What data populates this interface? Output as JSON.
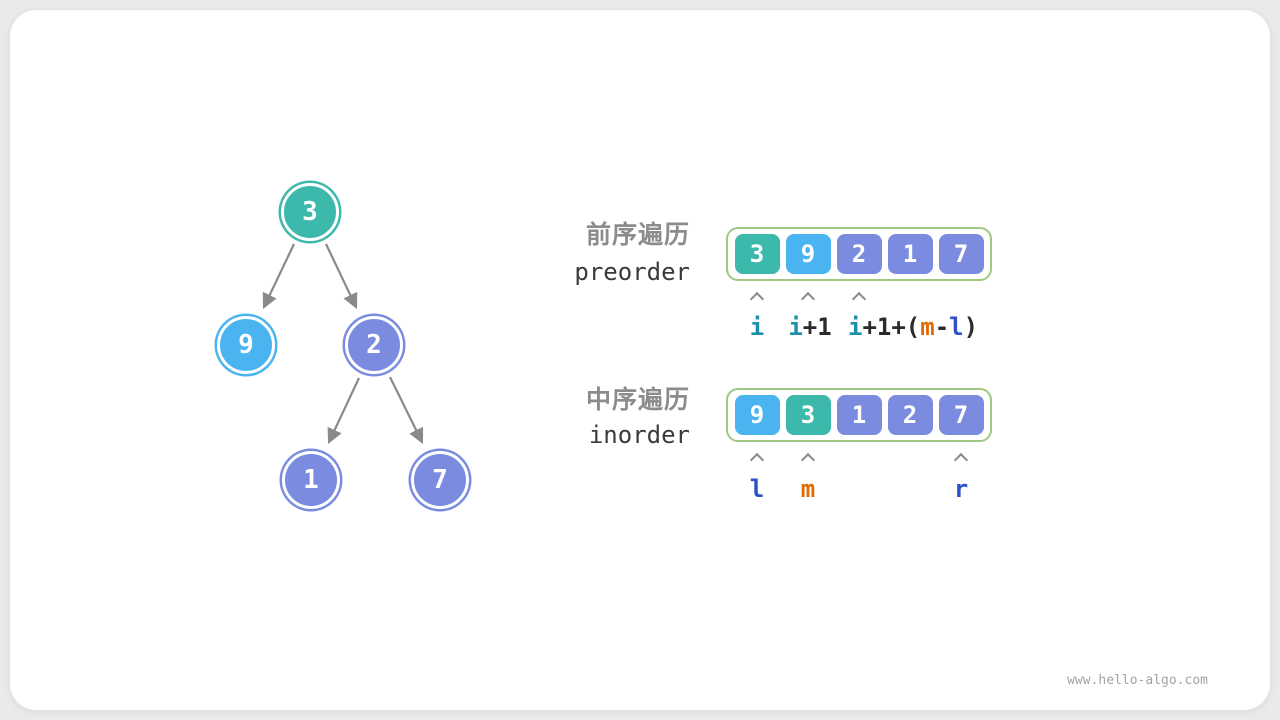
{
  "watermark": "www.hello-algo.com",
  "colors": {
    "teal": "#3db9ac",
    "blue": "#4ab4f0",
    "purple": "#7b8ce0",
    "array_border": "#a0c882",
    "arrow": "#8a8a8a",
    "label_zh": "#8c8c8c",
    "label_en": "#3a3a3a",
    "index_i": "#1a93a8",
    "index_m": "#e06c00",
    "index_l_r": "#2b50c8"
  },
  "tree": {
    "nodes": [
      {
        "value": "3",
        "color": "#3db9ac"
      },
      {
        "value": "9",
        "color": "#4ab4f0"
      },
      {
        "value": "2",
        "color": "#7b8ce0"
      },
      {
        "value": "1",
        "color": "#7b8ce0"
      },
      {
        "value": "7",
        "color": "#7b8ce0"
      }
    ]
  },
  "preorder": {
    "label_zh": "前序遍历",
    "label_en": "preorder",
    "cells": [
      {
        "value": "3",
        "color": "#3db9ac"
      },
      {
        "value": "9",
        "color": "#4ab4f0"
      },
      {
        "value": "2",
        "color": "#7b8ce0"
      },
      {
        "value": "1",
        "color": "#7b8ce0"
      },
      {
        "value": "7",
        "color": "#7b8ce0"
      }
    ],
    "idx": {
      "i": "i",
      "ip1_i": "i",
      "ip1_rest": "+1",
      "expr_i": "i",
      "expr_mid": "+1+(",
      "expr_m": "m",
      "expr_minus": "-",
      "expr_l": "l",
      "expr_close": ")"
    }
  },
  "inorder": {
    "label_zh": "中序遍历",
    "label_en": "inorder",
    "cells": [
      {
        "value": "9",
        "color": "#4ab4f0"
      },
      {
        "value": "3",
        "color": "#3db9ac"
      },
      {
        "value": "1",
        "color": "#7b8ce0"
      },
      {
        "value": "2",
        "color": "#7b8ce0"
      },
      {
        "value": "7",
        "color": "#7b8ce0"
      }
    ],
    "idx": {
      "l": "l",
      "m": "m",
      "r": "r"
    }
  }
}
